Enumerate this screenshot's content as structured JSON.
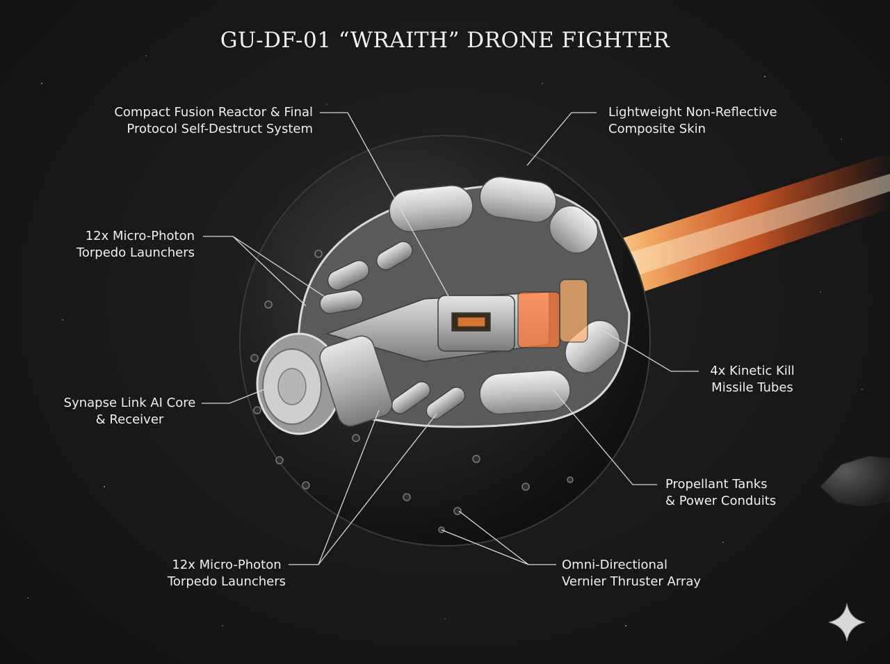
{
  "title": "GU-DF-01 “WRAITH” DRONE FIGHTER",
  "callouts": {
    "reactor": {
      "line1": "Compact Fusion Reactor & Final",
      "line2": "Protocol Self-Destruct System"
    },
    "skin": {
      "line1": "Lightweight Non-Reflective",
      "line2": "Composite Skin"
    },
    "torpedo_upper": {
      "line1": "12x Micro-Photon",
      "line2": "Torpedo Launchers"
    },
    "missiles": {
      "line1": "4x Kinetic Kill",
      "line2": "Missile Tubes"
    },
    "ai_core": {
      "line1": "Synapse Link AI Core",
      "line2": "& Receiver"
    },
    "propellant": {
      "line1": "Propellant Tanks",
      "line2": "& Power Conduits"
    },
    "torpedo_lower": {
      "line1": "12x Micro-Photon",
      "line2": "Torpedo Launchers"
    },
    "thrusters": {
      "line1": "Omni-Directional",
      "line2": "Vernier Thruster Array"
    }
  },
  "icons": {
    "corner_mark": "four-point-star-icon"
  },
  "colors": {
    "background": "#161616",
    "hull": "#1c1c1c",
    "interior": "#bdbdbd",
    "exhaust": "#ff6a2a",
    "leader_line": "#d8d8d8",
    "text": "#f0f0f0"
  }
}
